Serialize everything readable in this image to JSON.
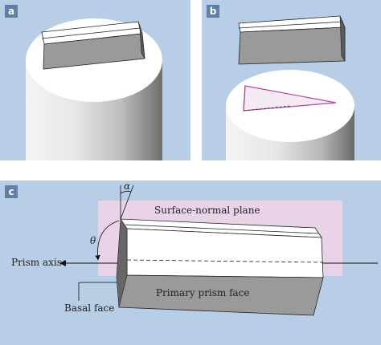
{
  "panels": [
    {
      "label": "a"
    },
    {
      "label": "b"
    },
    {
      "label": "c"
    }
  ],
  "panel_c": {
    "surface_plane_label": "Surface-normal plane",
    "prism_axis_label": "Prism axis",
    "primary_face_label": "Primary prism face",
    "basal_face_label": "Basal face",
    "alpha_symbol": "α",
    "theta_symbol": "θ"
  },
  "colors": {
    "background_blue": "#b8cde6",
    "label_box": "#5f7fa6",
    "surface_plane_pink": "#e9d3e8",
    "cut_line_magenta": "#b0479a"
  }
}
